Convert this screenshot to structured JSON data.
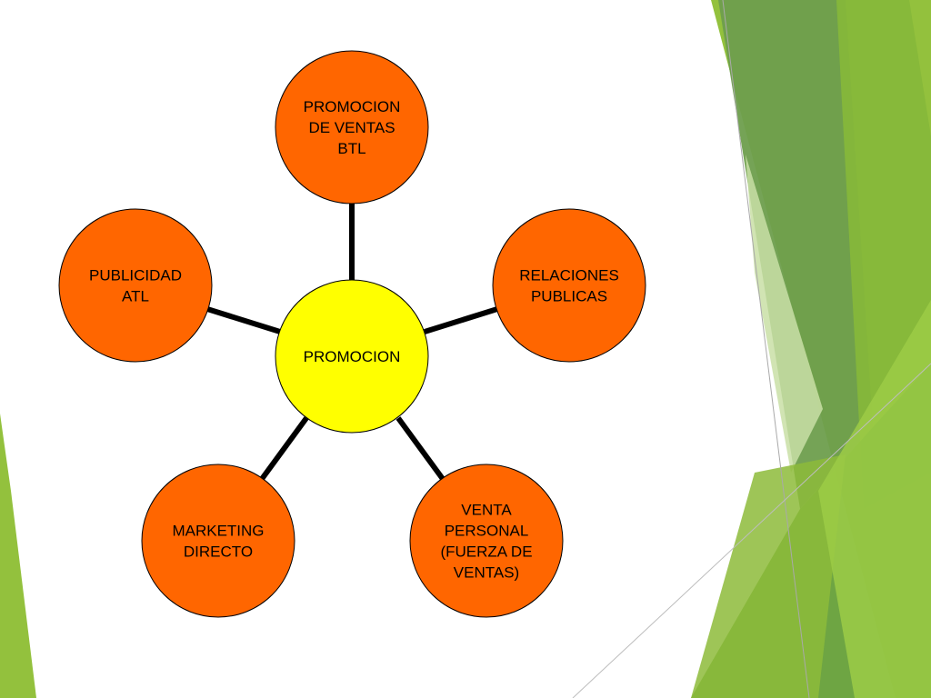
{
  "diagram": {
    "center": {
      "label": "PROMOCION",
      "color": "#FFFF00"
    },
    "nodes": [
      {
        "id": "promocion-ventas-btl",
        "lines": [
          "PROMOCION",
          "DE VENTAS",
          "BTL"
        ]
      },
      {
        "id": "relaciones-publicas",
        "lines": [
          "RELACIONES",
          "PUBLICAS"
        ]
      },
      {
        "id": "venta-personal",
        "lines": [
          "VENTA",
          "PERSONAL",
          "(FUERZA DE",
          "VENTAS)"
        ]
      },
      {
        "id": "marketing-directo",
        "lines": [
          "MARKETING",
          "DIRECTO"
        ]
      },
      {
        "id": "publicidad-atl",
        "lines": [
          "PUBLICIDAD",
          "ATL"
        ]
      }
    ],
    "node_color": "#FF6600",
    "connector_color": "#000000"
  },
  "theme": {
    "accent_greens": [
      "#93C13D",
      "#6E9E4D",
      "#8DBB3A",
      "#C9DFA6",
      "#4E8A27"
    ]
  }
}
